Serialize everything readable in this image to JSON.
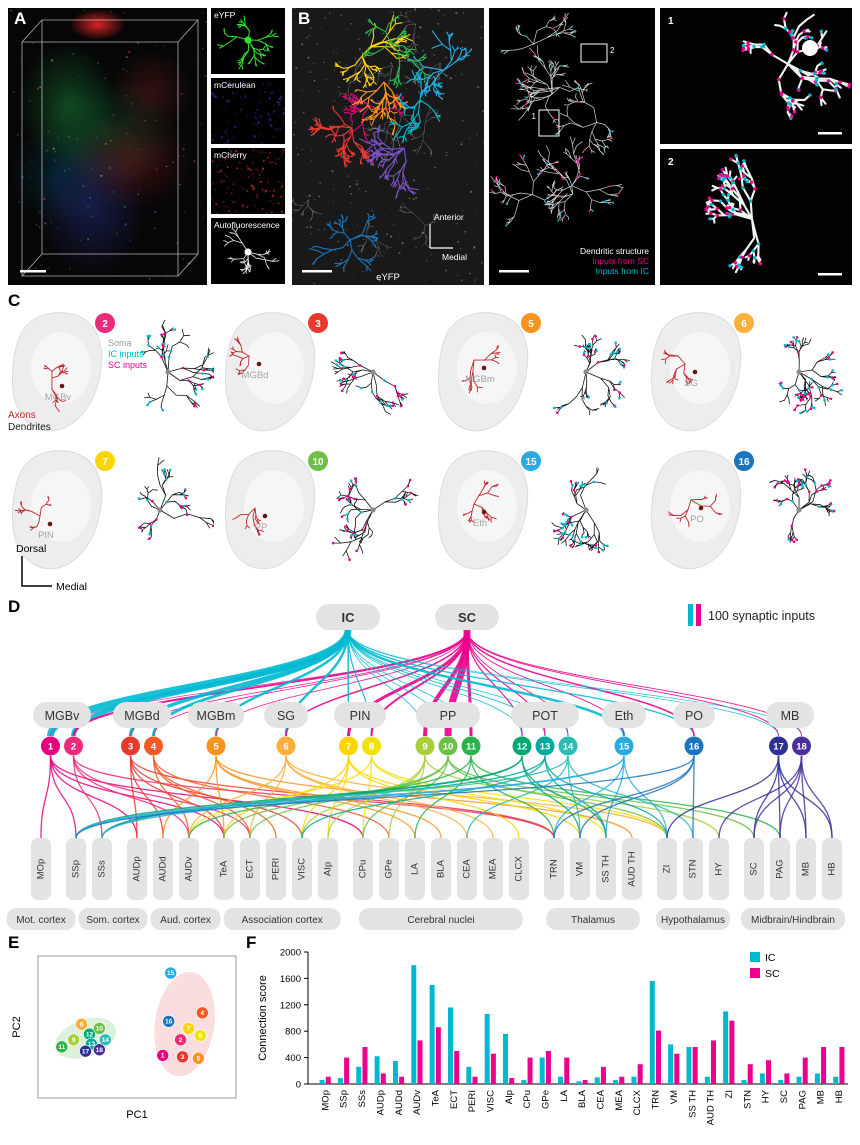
{
  "panels": [
    "A",
    "B",
    "C",
    "D",
    "E",
    "F"
  ],
  "colors": {
    "ic": "#00b9d1",
    "sc": "#ec008c"
  },
  "panel_a": {
    "channels": [
      {
        "label": "eYFP",
        "color": "#2ee52e"
      },
      {
        "label": "mCerulean",
        "color": "#3a46ff"
      },
      {
        "label": "mCherry",
        "color": "#e03030"
      },
      {
        "label": "Autofluorescence",
        "color": "#ffffff"
      }
    ]
  },
  "panel_b": {
    "compass": {
      "up": "Anterior",
      "right": "Medial"
    },
    "channel_label": "eYFP",
    "legend": [
      {
        "label": "Dendritic structure",
        "color": "#ffffff"
      },
      {
        "label": "Inputs from SC",
        "color": "#ec008c"
      },
      {
        "label": "Inputs from IC",
        "color": "#00b9d1"
      }
    ],
    "insets": [
      "1",
      "2"
    ]
  },
  "panel_c": {
    "legend_axon": [
      {
        "label": "Axons",
        "color": "#c1272d"
      },
      {
        "label": "Dendrites",
        "color": "#1a1a1a"
      }
    ],
    "legend_inputs": [
      {
        "label": "Soma",
        "color": "#9a9a9a"
      },
      {
        "label": "IC inputs",
        "color": "#00b9d1"
      },
      {
        "label": "SC inputs",
        "color": "#ec008c"
      }
    ],
    "axes": {
      "vertical": "Dorsal",
      "horizontal": "Medial"
    },
    "cells": [
      {
        "num": "2",
        "region": "MGBv"
      },
      {
        "num": "3",
        "region": "MGBd"
      },
      {
        "num": "5",
        "region": "MGBm"
      },
      {
        "num": "6",
        "region": "SG"
      },
      {
        "num": "7",
        "region": "PIN"
      },
      {
        "num": "10",
        "region": "PP"
      },
      {
        "num": "15",
        "region": "Eth"
      },
      {
        "num": "16",
        "region": "PO"
      }
    ]
  },
  "neuron_colors": {
    "1": "#e6007e",
    "2": "#ee2a7b",
    "3": "#e8392f",
    "4": "#f15a24",
    "5": "#f7941d",
    "6": "#fbb03b",
    "7": "#ffd400",
    "8": "#f0e20b",
    "9": "#a8cf38",
    "10": "#6cc049",
    "11": "#2bb34b",
    "12": "#00a873",
    "13": "#00a99d",
    "14": "#2cbcb3",
    "15": "#29abe2",
    "16": "#1b75bc",
    "17": "#2e3192",
    "18": "#4a2e9c"
  },
  "panel_d": {
    "top_nodes": [
      "IC",
      "SC"
    ],
    "legend_label": "100 synaptic inputs",
    "nuclei": [
      {
        "label": "MGBv",
        "neurons": [
          "1",
          "2"
        ]
      },
      {
        "label": "MGBd",
        "neurons": [
          "3",
          "4"
        ]
      },
      {
        "label": "MGBm",
        "neurons": [
          "5"
        ]
      },
      {
        "label": "SG",
        "neurons": [
          "6"
        ]
      },
      {
        "label": "PIN",
        "neurons": [
          "7",
          "8"
        ]
      },
      {
        "label": "PP",
        "neurons": [
          "9",
          "10",
          "11"
        ]
      },
      {
        "label": "POT",
        "neurons": [
          "12",
          "13",
          "14"
        ]
      },
      {
        "label": "Eth",
        "neurons": [
          "15"
        ]
      },
      {
        "label": "PO",
        "neurons": [
          "16"
        ]
      },
      {
        "label": "MB",
        "neurons": [
          "17",
          "18"
        ]
      }
    ],
    "groups": [
      {
        "label": "Mot. cortex",
        "regions": [
          "MOp"
        ]
      },
      {
        "label": "Som. cortex",
        "regions": [
          "SSp",
          "SSs"
        ]
      },
      {
        "label": "Aud. cortex",
        "regions": [
          "AUDp",
          "AUDd",
          "AUDv"
        ]
      },
      {
        "label": "Association cortex",
        "regions": [
          "TeA",
          "ECT",
          "PERI",
          "VISC",
          "AIp"
        ]
      },
      {
        "label": "Cerebral nuclei",
        "regions": [
          "CPu",
          "GPe",
          "LA",
          "BLA",
          "CEA",
          "MEA",
          "CLCX"
        ]
      },
      {
        "label": "Thalamus",
        "regions": [
          "TRN",
          "VM",
          "SS TH",
          "AUD TH"
        ]
      },
      {
        "label": "Hypothalamus",
        "regions": [
          "ZI",
          "STN",
          "HY"
        ]
      },
      {
        "label": "Midbrain/Hindbrain",
        "regions": [
          "SC",
          "PAG",
          "MB",
          "HB"
        ]
      }
    ],
    "inputs": [
      {
        "neuron": "1",
        "ic": 700,
        "sc": 60
      },
      {
        "neuron": "2",
        "ic": 500,
        "sc": 200
      },
      {
        "neuron": "3",
        "ic": 350,
        "sc": 80
      },
      {
        "neuron": "4",
        "ic": 300,
        "sc": 80
      },
      {
        "neuron": "5",
        "ic": 250,
        "sc": 80
      },
      {
        "neuron": "6",
        "ic": 250,
        "sc": 150
      },
      {
        "neuron": "7",
        "ic": 150,
        "sc": 300
      },
      {
        "neuron": "8",
        "ic": 120,
        "sc": 200
      },
      {
        "neuron": "9",
        "ic": 80,
        "sc": 400
      },
      {
        "neuron": "10",
        "ic": 80,
        "sc": 700
      },
      {
        "neuron": "11",
        "ic": 80,
        "sc": 300
      },
      {
        "neuron": "12",
        "ic": 80,
        "sc": 120
      },
      {
        "neuron": "13",
        "ic": 90,
        "sc": 120
      },
      {
        "neuron": "14",
        "ic": 70,
        "sc": 90
      },
      {
        "neuron": "15",
        "ic": 250,
        "sc": 90
      },
      {
        "neuron": "16",
        "ic": 130,
        "sc": 150
      },
      {
        "neuron": "17",
        "ic": 70,
        "sc": 90
      },
      {
        "neuron": "18",
        "ic": 70,
        "sc": 90
      }
    ],
    "outputs": [
      {
        "neuron": "1",
        "regions": [
          "MOp",
          "SSp",
          "AUDp",
          "TeA",
          "CPu"
        ]
      },
      {
        "neuron": "2",
        "regions": [
          "SSs",
          "AUDv",
          "ECT",
          "TRN"
        ]
      },
      {
        "neuron": "3",
        "regions": [
          "AUDp",
          "AUDd",
          "TeA",
          "VISC",
          "TRN"
        ]
      },
      {
        "neuron": "4",
        "regions": [
          "AUDv",
          "ECT",
          "PERI",
          "GPe"
        ]
      },
      {
        "neuron": "5",
        "regions": [
          "AUDd",
          "TeA",
          "LA",
          "BLA",
          "AUD TH"
        ]
      },
      {
        "neuron": "6",
        "regions": [
          "AUDv",
          "ECT",
          "CEA",
          "MEA",
          "ZI"
        ]
      },
      {
        "neuron": "7",
        "regions": [
          "TeA",
          "VISC",
          "AIp",
          "CLCX",
          "VM"
        ]
      },
      {
        "neuron": "8",
        "regions": [
          "AUDv",
          "CPu",
          "SS TH",
          "ZI"
        ]
      },
      {
        "neuron": "9",
        "regions": [
          "VISC",
          "AIp",
          "GPe",
          "HY"
        ]
      },
      {
        "neuron": "10",
        "regions": [
          "TeA",
          "ECT",
          "CPu",
          "ZI",
          "SC"
        ]
      },
      {
        "neuron": "11",
        "regions": [
          "AUDv",
          "LA",
          "TRN",
          "PAG"
        ]
      },
      {
        "neuron": "12",
        "regions": [
          "SSp",
          "SSs",
          "VM",
          "SS TH"
        ]
      },
      {
        "neuron": "13",
        "regions": [
          "SSs",
          "VISC",
          "SS TH",
          "ZI"
        ]
      },
      {
        "neuron": "14",
        "regions": [
          "SSp",
          "CEA",
          "VM",
          "STN"
        ]
      },
      {
        "neuron": "15",
        "regions": [
          "SSp",
          "SSs",
          "TRN",
          "SS TH",
          "ZI"
        ]
      },
      {
        "neuron": "16",
        "regions": [
          "SSp",
          "VM",
          "TRN",
          "STN"
        ]
      },
      {
        "neuron": "17",
        "regions": [
          "ZI",
          "SC",
          "PAG",
          "MB",
          "HB"
        ]
      },
      {
        "neuron": "18",
        "regions": [
          "HY",
          "PAG",
          "MB",
          "HB",
          "SC"
        ]
      }
    ]
  },
  "chart_data": [
    {
      "type": "scatter",
      "title": "",
      "xlabel": "PC1",
      "ylabel": "PC2",
      "clusters": [
        {
          "name": "green-cluster",
          "fill": "#bfe3bd",
          "cx": 24,
          "cy": 42,
          "rx": 16,
          "ry": 13,
          "rot": -20
        },
        {
          "name": "pink-cluster",
          "fill": "#f6c2c4",
          "cx": 74,
          "cy": 52,
          "rx": 15,
          "ry": 37,
          "rot": 8
        }
      ],
      "points": [
        {
          "id": "11",
          "x": 12,
          "y": 36,
          "cluster": "green-cluster"
        },
        {
          "id": "9",
          "x": 18,
          "y": 41,
          "cluster": "green-cluster"
        },
        {
          "id": "6",
          "x": 22,
          "y": 52,
          "cluster": "green-cluster"
        },
        {
          "id": "12",
          "x": 26,
          "y": 45,
          "cluster": "green-cluster"
        },
        {
          "id": "10",
          "x": 31,
          "y": 49,
          "cluster": "green-cluster"
        },
        {
          "id": "13",
          "x": 27,
          "y": 38,
          "cluster": "green-cluster"
        },
        {
          "id": "14",
          "x": 34,
          "y": 41,
          "cluster": "green-cluster"
        },
        {
          "id": "17",
          "x": 24,
          "y": 33,
          "cluster": "green-cluster"
        },
        {
          "id": "18",
          "x": 31,
          "y": 34,
          "cluster": "green-cluster"
        },
        {
          "id": "15",
          "x": 67,
          "y": 88,
          "cluster": "pink-cluster"
        },
        {
          "id": "4",
          "x": 83,
          "y": 60,
          "cluster": "pink-cluster"
        },
        {
          "id": "16",
          "x": 66,
          "y": 54,
          "cluster": "pink-cluster"
        },
        {
          "id": "7",
          "x": 76,
          "y": 49,
          "cluster": "pink-cluster"
        },
        {
          "id": "8",
          "x": 82,
          "y": 44,
          "cluster": "pink-cluster"
        },
        {
          "id": "2",
          "x": 72,
          "y": 41,
          "cluster": "pink-cluster"
        },
        {
          "id": "1",
          "x": 63,
          "y": 30,
          "cluster": "pink-cluster"
        },
        {
          "id": "3",
          "x": 73,
          "y": 29,
          "cluster": "pink-cluster"
        },
        {
          "id": "5",
          "x": 81,
          "y": 28,
          "cluster": "pink-cluster"
        }
      ]
    },
    {
      "type": "bar",
      "title": "",
      "ylabel": "Connection score",
      "ylim": [
        0,
        2000
      ],
      "yticks": [
        0,
        400,
        800,
        1200,
        1600,
        2000
      ],
      "categories": [
        "MOp",
        "SSp",
        "SSs",
        "AUDp",
        "AUDd",
        "AUDv",
        "TeA",
        "ECT",
        "PERI",
        "VISC",
        "AIp",
        "CPu",
        "GPe",
        "LA",
        "BLA",
        "CEA",
        "MEA",
        "CLCX",
        "TRN",
        "VM",
        "SS TH",
        "AUD TH",
        "ZI",
        "STN",
        "HY",
        "SC",
        "PAG",
        "MB",
        "HB"
      ],
      "series": [
        {
          "name": "IC",
          "color": "#00b9d1",
          "values": [
            60,
            90,
            260,
            420,
            350,
            1800,
            1500,
            1160,
            260,
            1060,
            760,
            60,
            400,
            110,
            40,
            100,
            60,
            110,
            1560,
            600,
            560,
            110,
            1100,
            60,
            160,
            60,
            110,
            160,
            110
          ]
        },
        {
          "name": "SC",
          "color": "#ec008c",
          "values": [
            110,
            400,
            560,
            160,
            110,
            660,
            860,
            500,
            110,
            460,
            90,
            400,
            500,
            400,
            60,
            260,
            110,
            300,
            810,
            460,
            560,
            660,
            960,
            300,
            360,
            160,
            400,
            560,
            560
          ]
        }
      ],
      "legend_position": "top-right"
    }
  ]
}
